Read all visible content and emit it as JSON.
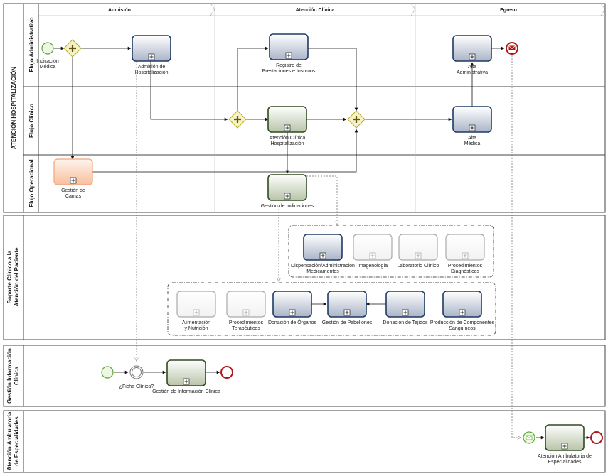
{
  "pool_main": {
    "title": "ATENCIÓN HOSPITALIZACIÓN",
    "phases": [
      "Admisión",
      "Atención Clínica",
      "Egreso"
    ],
    "lanes": [
      "Flujo Administrativo",
      "Flujo Clínico",
      "Flujo Operacional"
    ]
  },
  "pool_soporte": {
    "title_line1": "Soporte Clínico a la",
    "title_line2": "Atención del Paciente"
  },
  "pool_gic": {
    "title_line1": "Gestión Información",
    "title_line2": "Clínica"
  },
  "pool_amb": {
    "title_line1": "Atención Ambulatoria",
    "title_line2": "de Especialidades"
  },
  "tasks": {
    "admision_hosp": [
      "Admisión de",
      "Hospitalización"
    ],
    "registro_prest": [
      "Registro de",
      "Prestaciones e Insumos"
    ],
    "alta_adm": [
      "Alta",
      "Administrativa"
    ],
    "atencion_clinica_hosp": [
      "Atención Clínica",
      "Hospitalización"
    ],
    "alta_medica": [
      "Alta",
      "Médica"
    ],
    "gestion_camas": [
      "Gestión de",
      "Camas"
    ],
    "gestion_indicaciones": [
      "Gestión de Indicaciones"
    ],
    "dispensacion": [
      "Dispensación/Administración",
      "Medicamentos"
    ],
    "imagenologia": [
      "Imagenología"
    ],
    "laboratorio": [
      "Laboratorio Clínico"
    ],
    "proc_diag": [
      "Procedimientos",
      "Diagnósticos"
    ],
    "alimentacion": [
      "Alimentación",
      "y Nutrición"
    ],
    "proc_terap": [
      "Procedimientos",
      "Terapéuticos"
    ],
    "donacion_organos": [
      "Donación de Órganos"
    ],
    "gestion_pabellones": [
      "Gestión de Pabellones"
    ],
    "donacion_tejidos": [
      "Donación de Tejidos"
    ],
    "produccion_comp": [
      "Producción de Componentes",
      "Sanguíneos"
    ],
    "gestion_info_clinica": [
      "Gestión de Información Clínica"
    ],
    "atencion_amb_esp": [
      "Atención Ambulatoria de",
      "Especialidades"
    ]
  },
  "events": {
    "indicacion_medica": [
      "Indicación",
      "Médica"
    ],
    "ficha_clinica": [
      "¿Ficha Clínica?"
    ]
  },
  "colors": {
    "blue_task": "#1f3a66",
    "green_task": "#2f4a1f",
    "gray_task": "#9a9a9a",
    "orange_task": "#f0a57a",
    "start_event": "#5aa832",
    "end_event": "#b0171b",
    "gateway": "#c9c23a"
  }
}
